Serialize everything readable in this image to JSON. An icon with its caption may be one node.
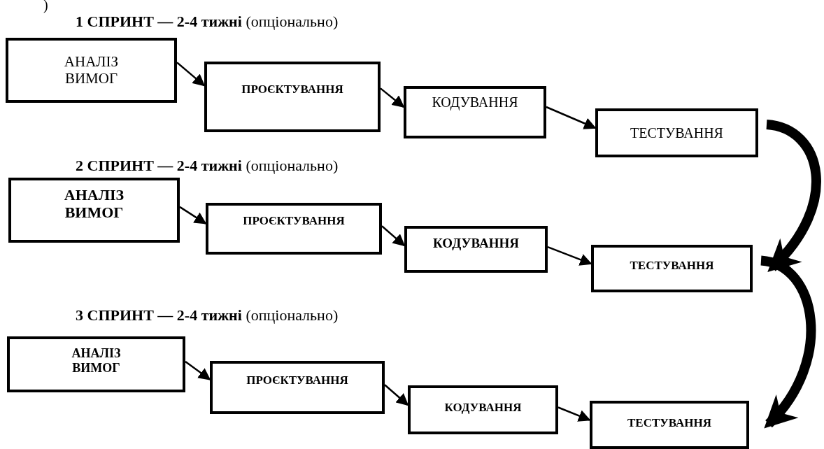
{
  "diagram": {
    "nodes": [
      {
        "text": [
          "АНАЛІЗ ВИМОГ"
        ]
      },
      {
        "text": [
          "ПРОЄКТУВАННЯ"
        ]
      },
      {
        "text": [
          "КОДУВАННЯ"
        ]
      },
      {
        "text": [
          "ТЕСТУВАННЯ"
        ]
      },
      {
        "text": [
          "АНАЛІЗ ВИМОГ"
        ]
      },
      {
        "text": [
          "ПРОЄКТУВАННЯ"
        ]
      },
      {
        "text": [
          "КОДУВАННЯ"
        ]
      },
      {
        "text": [
          "ТЕСТУВАННЯ"
        ]
      },
      {
        "text": [
          "АНАЛІЗ ВИМОГ"
        ]
      },
      {
        "text": [
          "ПРОЄКТУВАННЯ"
        ]
      },
      {
        "text": [
          "КОДУВАННЯ"
        ]
      },
      {
        "text": [
          "ТЕСТУВАННЯ"
        ]
      }
    ],
    "edges": [
      {
        "from": 0,
        "to": 1,
        "arrow": "to"
      },
      {
        "from": 1,
        "to": 2,
        "arrow": "to"
      },
      {
        "from": 2,
        "to": 3,
        "arrow": "to"
      },
      {
        "from": 3,
        "to": 7,
        "arrow": "to",
        "style": "thick"
      },
      {
        "from": 4,
        "to": 5,
        "arrow": "to"
      },
      {
        "from": 5,
        "to": 6,
        "arrow": "to"
      },
      {
        "from": 6,
        "to": 7,
        "arrow": "to"
      },
      {
        "from": 7,
        "to": 11,
        "arrow": "to",
        "style": "thick"
      },
      {
        "from": 8,
        "to": 9,
        "arrow": "to"
      },
      {
        "from": 9,
        "to": 10,
        "arrow": "to"
      },
      {
        "from": 10,
        "to": 11,
        "arrow": "to"
      }
    ],
    "labels": [
      ")",
      "**1 СПРИНТ — 2-4 тижні** (опціонально)",
      "**2 СПРИНТ  — 2-4 тижні** (опціонально)",
      "**3 СПРИНТ — 2-4 тижні** (опціонально)"
    ]
  }
}
